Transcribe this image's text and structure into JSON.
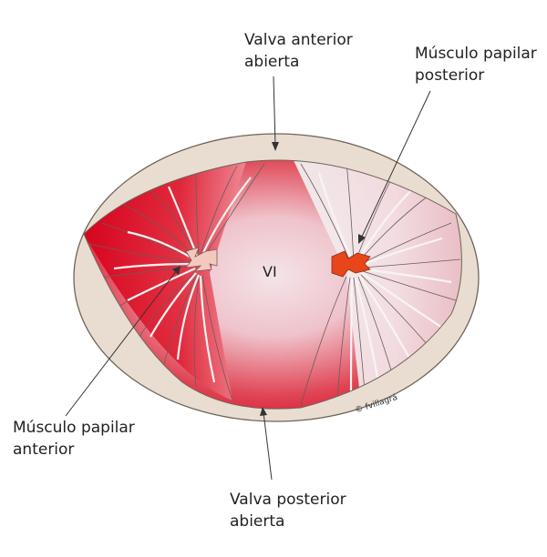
{
  "labels": {
    "valva_anterior": [
      "Valva anterior",
      "abierta"
    ],
    "musculo_papilar_posterior": [
      "Músculo papilar",
      "posterior"
    ],
    "musculo_papilar_anterior": [
      "Músculo papilar",
      "anterior"
    ],
    "valva_posterior": [
      "Valva posterior",
      "abierta"
    ],
    "ventriculo": "VI",
    "copyright": "© fvillagrá"
  },
  "colors": {
    "annulus": "#e8ddd0",
    "annulus_stroke": "#7a6a5a",
    "red_dark": "#d9001b",
    "red_light": "#f6e9ec",
    "anterior_muscle": "#f2c9bd",
    "posterior_muscle": "#e8451b",
    "chord": "#f5f0f0"
  }
}
